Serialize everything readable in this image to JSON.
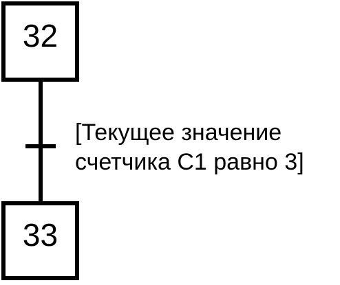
{
  "steps": [
    {
      "number": "32"
    },
    {
      "number": "33"
    }
  ],
  "transition": {
    "condition_line1": "[Текущее значение",
    "condition_line2": "счетчика C1 равно 3]"
  },
  "colors": {
    "line": "#000000",
    "background": "#ffffff"
  }
}
